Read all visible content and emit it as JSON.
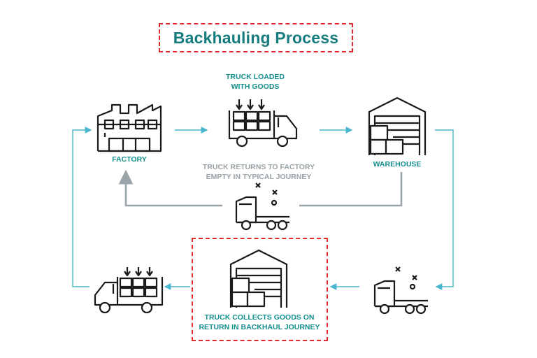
{
  "title": "Backhauling Process",
  "labels": {
    "truck_loaded_line1": "TRUCK LOADED",
    "truck_loaded_line2": "WITH GOODS",
    "factory": "FACTORY",
    "warehouse": "WAREHOUSE",
    "returns_line1": "TRUCK RETURNS TO FACTORY",
    "returns_line2": "EMPTY IN TYPICAL JOURNEY",
    "collects_line1": "TRUCK COLLECTS GOODS ON",
    "collects_line2": "RETURN IN BACKHAUL JOURNEY"
  },
  "colors": {
    "accent": "#168f8f",
    "title": "#167c7d",
    "flow_arrow": "#4bb6cf",
    "empty_return_arrow": "#9aa3a7",
    "highlight_border": "#e0282d",
    "icon_stroke": "#1a1a1a"
  }
}
